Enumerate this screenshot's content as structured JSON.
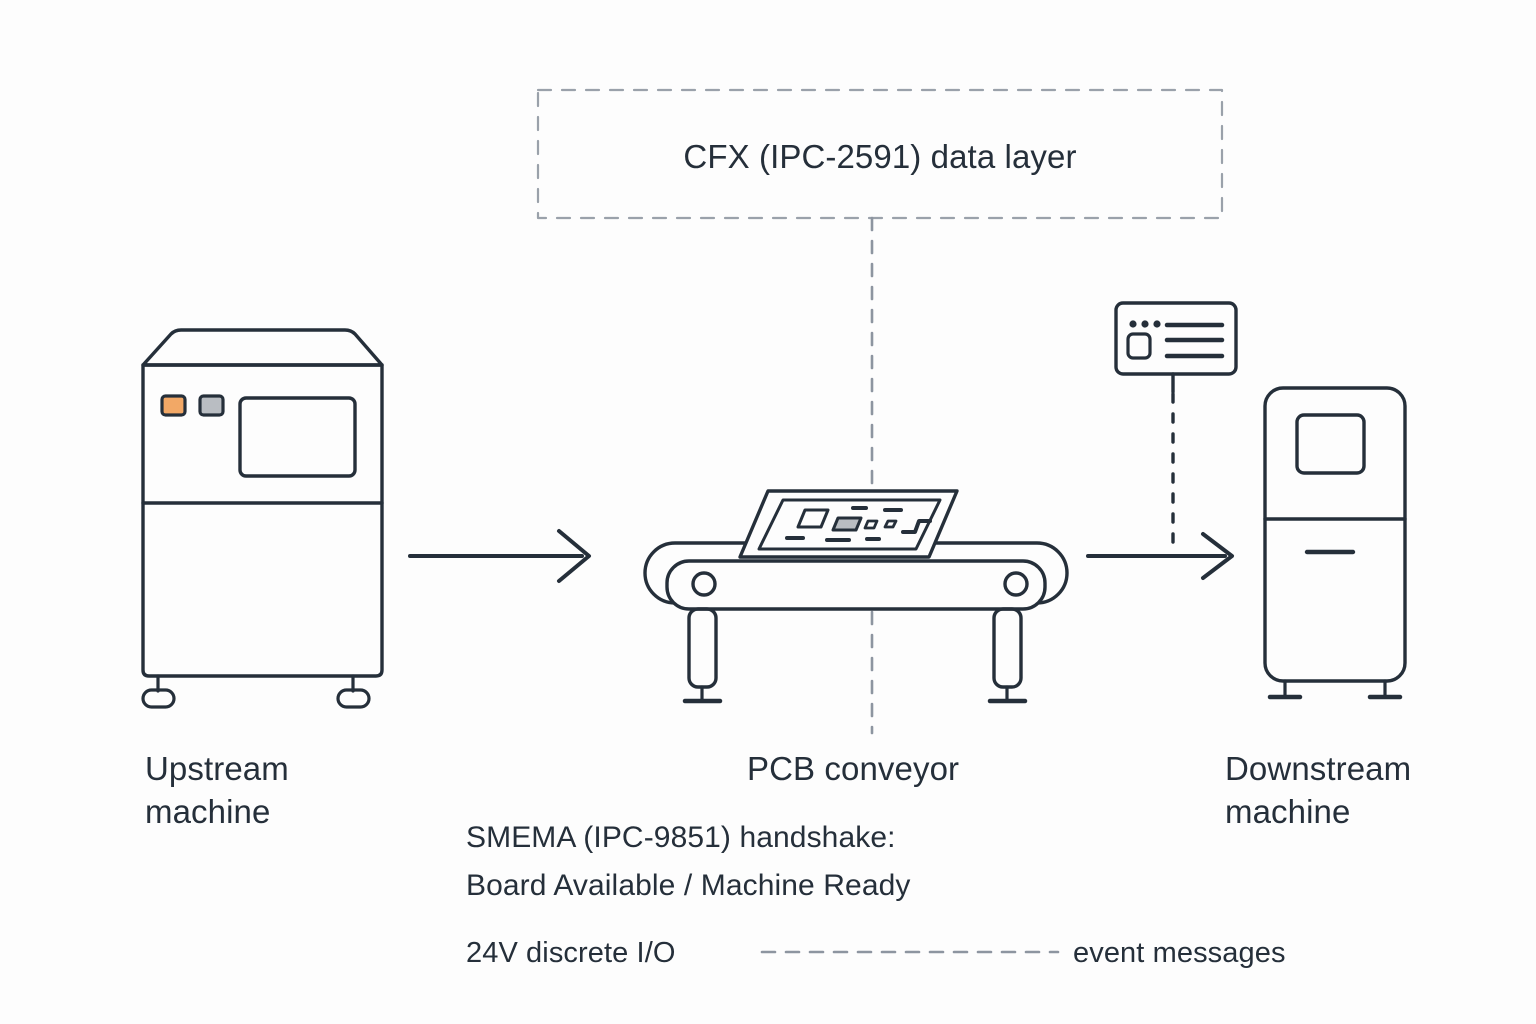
{
  "diagram": {
    "title_layer": "CFX (IPC-2591) data layer",
    "nodes": {
      "upstream_label": "Upstream\nmachine",
      "conveyor_label": "PCB conveyor",
      "downstream_label": "Downstream\nmachine"
    },
    "annotations": {
      "smema_line1": "SMEMA (IPC-9851) handshake:",
      "smema_line2": "Board Available / Machine Ready"
    },
    "legend": {
      "solid_label": "24V discrete I/O",
      "dashed_label": "event messages"
    },
    "icons": {
      "upstream_machine": "upstream-machine-icon",
      "conveyor": "pcb-conveyor-icon",
      "pcb_board": "pcb-board-icon",
      "downstream_machine": "downstream-machine-icon",
      "data_card": "data-card-icon",
      "flow_arrow_left": "arrow-right-icon",
      "flow_arrow_right": "arrow-right-icon"
    },
    "colors": {
      "stroke": "#252f3a",
      "dashed_gray": "#8d95a0",
      "indicator_orange": "#f2a866",
      "indicator_gray": "#b9bdc2",
      "chip_gray": "#b9bdc2",
      "background": "#fdfdfd"
    }
  }
}
